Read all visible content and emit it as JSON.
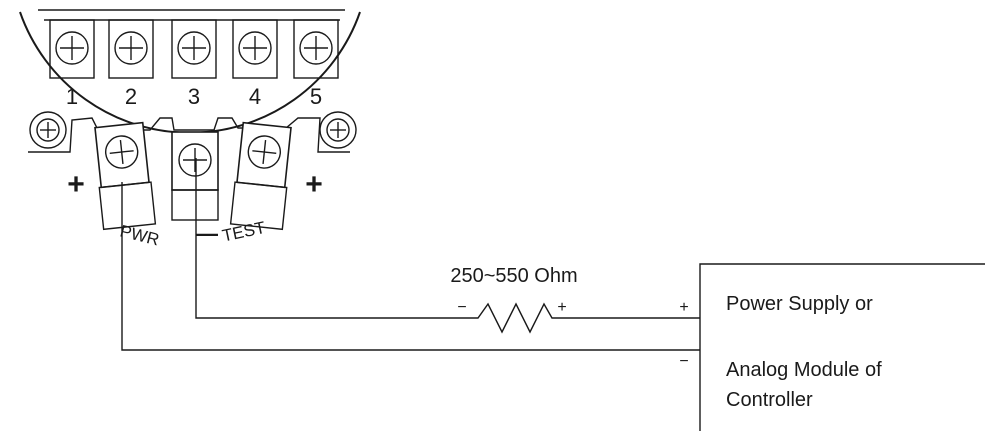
{
  "terminals": {
    "labels": [
      "1",
      "2",
      "3",
      "4",
      "5"
    ]
  },
  "housing": {
    "plus_left": "+",
    "plus_right": "+",
    "pwr_label": "PWR",
    "minus_label": "—",
    "test_label": "TEST"
  },
  "resistor": {
    "value_label": "250~550 Ohm",
    "minus_label": "−",
    "plus_label": "+"
  },
  "supply": {
    "plus_label": "+",
    "minus_label": "−",
    "line1": "Power Supply or",
    "line2": "Analog Module of",
    "line3": "Controller"
  }
}
